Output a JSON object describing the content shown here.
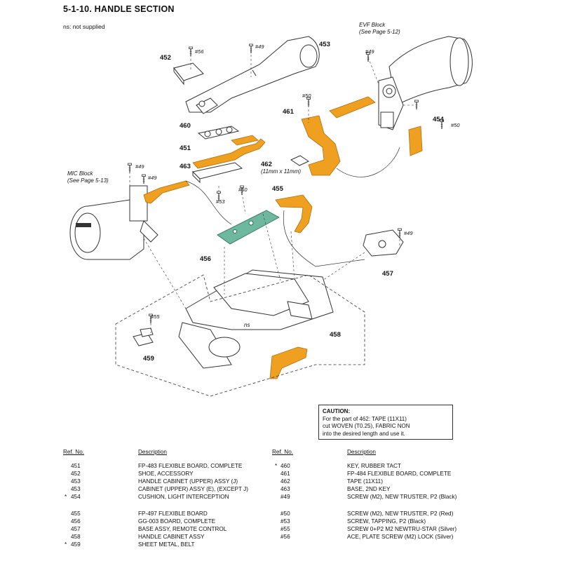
{
  "title": "5-1-10. HANDLE  SECTION",
  "note": "ns: not supplied",
  "block_labels": {
    "evf": [
      "EVF Block",
      "(See Page 5-12)"
    ],
    "mic": [
      "MIC Block",
      "(See Page 5-13)"
    ]
  },
  "part_callouts": [
    "452",
    "453",
    "460",
    "451",
    "463",
    "461",
    "462",
    "454",
    "455",
    "456",
    "457",
    "458",
    "459"
  ],
  "screw_callouts": {
    "s56": "#56",
    "s49a": "#49",
    "s49b": "#49",
    "s50a": "#50",
    "s50b": "#50",
    "s50c": "#50",
    "s49c": "#49",
    "s49d": "#49",
    "s53": "#53",
    "s49e": "#49",
    "s55": "#55"
  },
  "tape_size": "(11mm x 11mm)",
  "ns_label": "ns",
  "caution": {
    "title": "CAUTION:",
    "lines": [
      "For the part of 462: TAPE (11X11)",
      "cut WOVEN (T0.25), FABRIC NON",
      "into the desired length and use it."
    ]
  },
  "parts_table": {
    "headers": {
      "ref": "Ref. No.",
      "desc": "Description"
    },
    "left": [
      {
        "mark": "",
        "ref": "451",
        "desc": "FP-483 FLEXIBLE BOARD, COMPLETE"
      },
      {
        "mark": "",
        "ref": "452",
        "desc": "SHOE, ACCESSORY"
      },
      {
        "mark": "",
        "ref": "453",
        "desc": "HANDLE CABINET (UPPER) ASSY (J)"
      },
      {
        "mark": "",
        "ref": "453",
        "desc": "CABINET (UPPER) ASSY (E), (EXCEPT J)"
      },
      {
        "mark": "*",
        "ref": "454",
        "desc": "CUSHION, LIGHT INTERCEPTION"
      },
      {
        "mark": "",
        "ref": "455",
        "desc": "FP-497 FLEXIBLE BOARD"
      },
      {
        "mark": "",
        "ref": "456",
        "desc": "GG-003 BOARD, COMPLETE"
      },
      {
        "mark": "",
        "ref": "457",
        "desc": "BASE ASSY, REMOTE CONTROL"
      },
      {
        "mark": "",
        "ref": "458",
        "desc": "HANDLE CABINET ASSY"
      },
      {
        "mark": "*",
        "ref": "459",
        "desc": "SHEET METAL, BELT"
      }
    ],
    "right": [
      {
        "mark": "*",
        "ref": "460",
        "desc": "KEY, RUBBER TACT"
      },
      {
        "mark": "",
        "ref": "461",
        "desc": "FP-484 FLEXIBLE BOARD, COMPLETE"
      },
      {
        "mark": "",
        "ref": "462",
        "desc": "TAPE (11X11)"
      },
      {
        "mark": "",
        "ref": "463",
        "desc": "BASE, 2ND KEY"
      },
      {
        "mark": "",
        "ref": "#49",
        "desc": "SCREW (M2), NEW TRUSTER, P2 (Black)"
      },
      {
        "mark": "",
        "ref": "#50",
        "desc": "SCREW (M2), NEW TRUSTER, P2 (Red)"
      },
      {
        "mark": "",
        "ref": "#53",
        "desc": "SCREW, TAPPING, P2 (Black)"
      },
      {
        "mark": "",
        "ref": "#55",
        "desc": "SCREW 0+P2 M2 NEWTRU-STAR (Silver)"
      },
      {
        "mark": "",
        "ref": "#56",
        "desc": "ACE, PLATE SCREW (M2) LOCK (Silver)"
      }
    ]
  },
  "colors": {
    "flex": "#f0a020",
    "board": "#6fb8a0",
    "line": "#333333"
  }
}
